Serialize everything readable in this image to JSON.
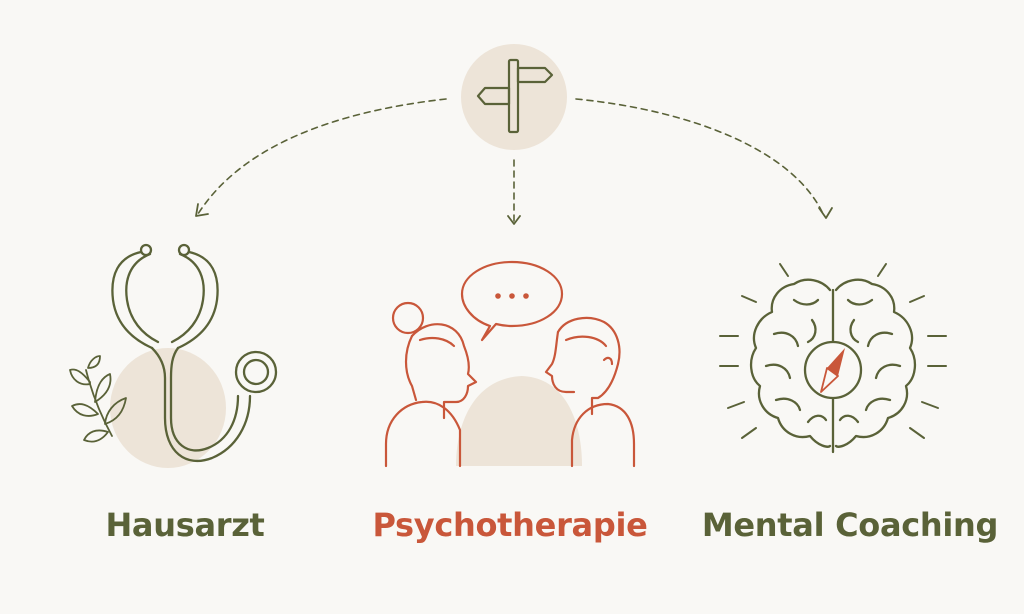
{
  "colors": {
    "background": "#f9f8f5",
    "olive": "#5a6238",
    "terracotta": "#c9573a",
    "beige_fill": "#ede4d8"
  },
  "icons": {
    "source": "signpost-icon",
    "option_1": "stethoscope-icon",
    "option_2": "conversation-icon",
    "option_3": "brain-compass-icon"
  },
  "options": [
    {
      "label": "Hausarzt",
      "color": "#5a6238"
    },
    {
      "label": "Psychotherapie",
      "color": "#c9573a"
    },
    {
      "label": "Mental Coaching",
      "color": "#5a6238"
    }
  ]
}
